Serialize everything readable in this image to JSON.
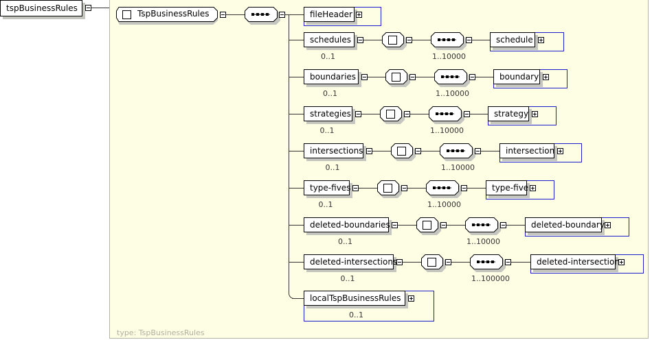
{
  "root": {
    "name": "tspBusinessRules",
    "toggle": "collapse"
  },
  "type_node": {
    "name": "TspBusinessRules",
    "toggle": "collapse"
  },
  "type_footer": "type: TspBusinessRules",
  "sequence_icon": "sequence-icon",
  "complex_icon": "complex-type-icon",
  "file_header": {
    "name": "fileHeader",
    "toggle": "expand"
  },
  "rows": [
    {
      "name": "schedules",
      "occurs": "0..1",
      "seq_occurs": "1..10000",
      "child": "schedule"
    },
    {
      "name": "boundaries",
      "occurs": "0..1",
      "seq_occurs": "1..10000",
      "child": "boundary"
    },
    {
      "name": "strategies",
      "occurs": "0..1",
      "seq_occurs": "1..10000",
      "child": "strategy"
    },
    {
      "name": "intersections",
      "occurs": "0..1",
      "seq_occurs": "1..10000",
      "child": "intersection"
    },
    {
      "name": "type-fives",
      "occurs": "0..1",
      "seq_occurs": "1..10000",
      "child": "type-five"
    },
    {
      "name": "deleted-boundaries",
      "occurs": "0..1",
      "seq_occurs": "1..10000",
      "child": "deleted-boundary"
    },
    {
      "name": "deleted-intersections",
      "occurs": "0..1",
      "seq_occurs": "1..100000",
      "child": "deleted-intersection"
    }
  ],
  "local_rules": {
    "name": "localTspBusinessRules",
    "occurs": "0..1",
    "toggle": "expand"
  },
  "colors": {
    "panel": "#fefee4",
    "ref_border": "#1c1ccc",
    "shadow": "#c6c6c0"
  }
}
